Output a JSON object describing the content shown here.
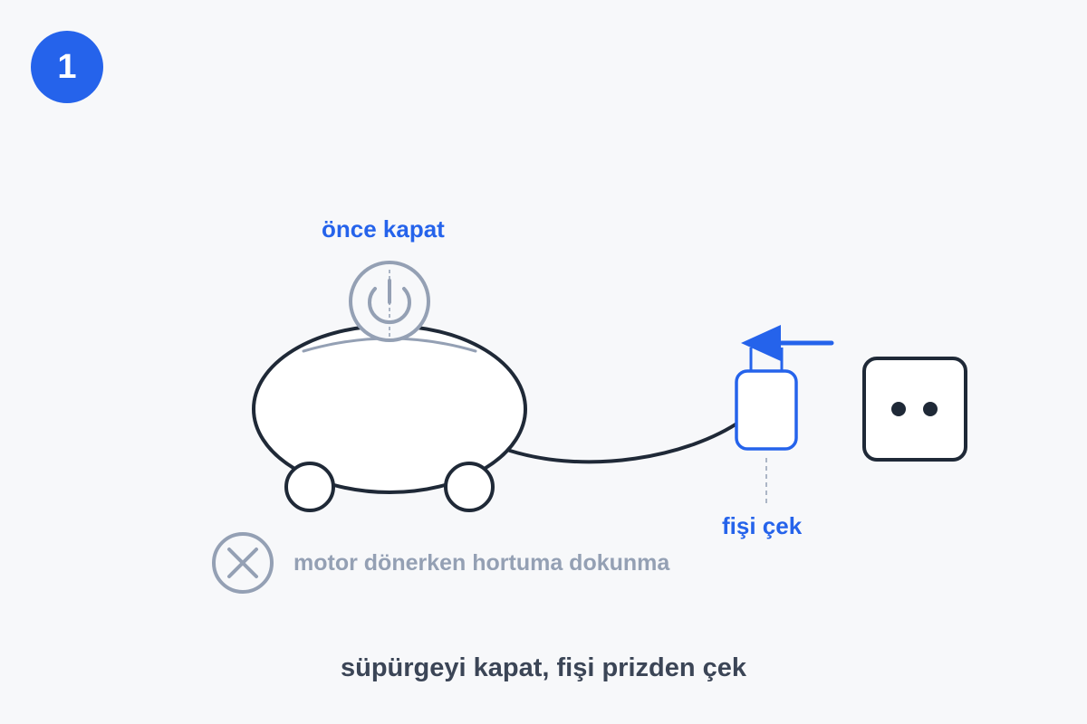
{
  "step": {
    "number": "1"
  },
  "labels": {
    "power": "önce kapat",
    "plug": "fişi çek",
    "warning": "motor dönerken hortuma dokunma"
  },
  "caption": "süpürgeyi kapat, fişi prizden çek",
  "colors": {
    "accent": "#2563eb",
    "outline": "#1f2937",
    "muted": "#94a0b4",
    "background": "#f7f8fa"
  },
  "icons": {
    "power": "power-icon",
    "warning": "close-circle-icon",
    "arrow": "arrow-left-icon",
    "socket": "wall-socket-icon",
    "plug": "plug-icon"
  }
}
